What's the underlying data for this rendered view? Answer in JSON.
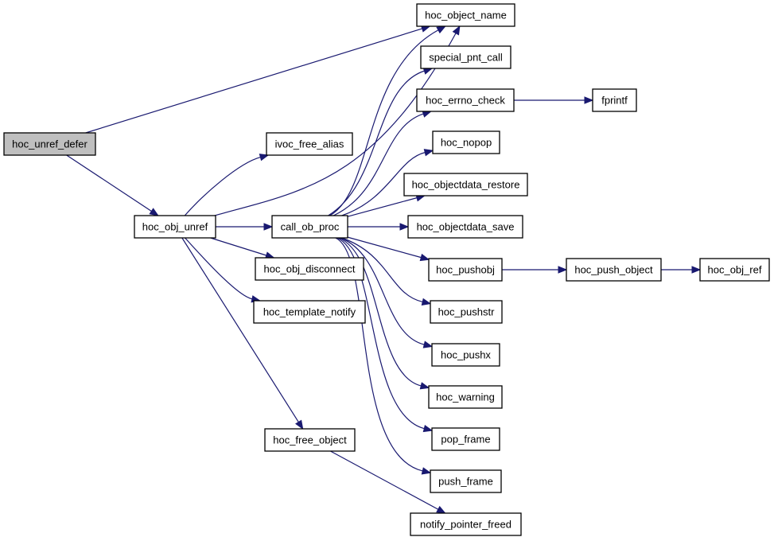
{
  "graph": {
    "nodes": [
      {
        "id": "hoc_unref_defer",
        "label": "hoc_unref_defer",
        "root": true
      },
      {
        "id": "hoc_obj_unref",
        "label": "hoc_obj_unref"
      },
      {
        "id": "ivoc_free_alias",
        "label": "ivoc_free_alias"
      },
      {
        "id": "call_ob_proc",
        "label": "call_ob_proc"
      },
      {
        "id": "hoc_obj_disconnect",
        "label": "hoc_obj_disconnect"
      },
      {
        "id": "hoc_template_notify",
        "label": "hoc_template_notify"
      },
      {
        "id": "hoc_free_object",
        "label": "hoc_free_object"
      },
      {
        "id": "hoc_object_name",
        "label": "hoc_object_name"
      },
      {
        "id": "special_pnt_call",
        "label": "special_pnt_call"
      },
      {
        "id": "hoc_errno_check",
        "label": "hoc_errno_check"
      },
      {
        "id": "fprintf",
        "label": "fprintf"
      },
      {
        "id": "hoc_nopop",
        "label": "hoc_nopop"
      },
      {
        "id": "hoc_objectdata_restore",
        "label": "hoc_objectdata_restore"
      },
      {
        "id": "hoc_objectdata_save",
        "label": "hoc_objectdata_save"
      },
      {
        "id": "hoc_pushobj",
        "label": "hoc_pushobj"
      },
      {
        "id": "hoc_push_object",
        "label": "hoc_push_object"
      },
      {
        "id": "hoc_obj_ref",
        "label": "hoc_obj_ref"
      },
      {
        "id": "hoc_pushstr",
        "label": "hoc_pushstr"
      },
      {
        "id": "hoc_pushx",
        "label": "hoc_pushx"
      },
      {
        "id": "hoc_warning",
        "label": "hoc_warning"
      },
      {
        "id": "pop_frame",
        "label": "pop_frame"
      },
      {
        "id": "push_frame",
        "label": "push_frame"
      },
      {
        "id": "notify_pointer_freed",
        "label": "notify_pointer_freed"
      }
    ],
    "edges": [
      {
        "from": "hoc_unref_defer",
        "to": "hoc_object_name"
      },
      {
        "from": "hoc_unref_defer",
        "to": "hoc_obj_unref"
      },
      {
        "from": "hoc_obj_unref",
        "to": "ivoc_free_alias"
      },
      {
        "from": "hoc_obj_unref",
        "to": "hoc_object_name"
      },
      {
        "from": "hoc_obj_unref",
        "to": "call_ob_proc"
      },
      {
        "from": "hoc_obj_unref",
        "to": "hoc_obj_disconnect"
      },
      {
        "from": "hoc_obj_unref",
        "to": "hoc_template_notify"
      },
      {
        "from": "hoc_obj_unref",
        "to": "hoc_free_object"
      },
      {
        "from": "call_ob_proc",
        "to": "hoc_object_name"
      },
      {
        "from": "call_ob_proc",
        "to": "special_pnt_call"
      },
      {
        "from": "call_ob_proc",
        "to": "hoc_errno_check"
      },
      {
        "from": "call_ob_proc",
        "to": "hoc_nopop"
      },
      {
        "from": "call_ob_proc",
        "to": "hoc_objectdata_restore"
      },
      {
        "from": "call_ob_proc",
        "to": "hoc_objectdata_save"
      },
      {
        "from": "call_ob_proc",
        "to": "hoc_pushobj"
      },
      {
        "from": "call_ob_proc",
        "to": "hoc_pushstr"
      },
      {
        "from": "call_ob_proc",
        "to": "hoc_pushx"
      },
      {
        "from": "call_ob_proc",
        "to": "hoc_warning"
      },
      {
        "from": "call_ob_proc",
        "to": "pop_frame"
      },
      {
        "from": "call_ob_proc",
        "to": "push_frame"
      },
      {
        "from": "hoc_errno_check",
        "to": "fprintf"
      },
      {
        "from": "hoc_pushobj",
        "to": "hoc_push_object"
      },
      {
        "from": "hoc_push_object",
        "to": "hoc_obj_ref"
      },
      {
        "from": "hoc_free_object",
        "to": "notify_pointer_freed"
      }
    ],
    "colors": {
      "edge": "#191970",
      "node_border": "#000000",
      "node_fill": "#ffffff",
      "root_fill": "#bfbfbf"
    }
  }
}
